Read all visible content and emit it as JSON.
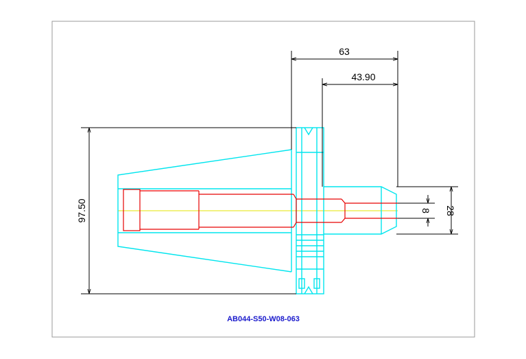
{
  "drawing": {
    "part_number": "AB044-S50-W08-063",
    "dimensions": {
      "overall_length": "63",
      "projection_length": "43.90",
      "flange_diameter": "97.50",
      "nose_diameter": "28",
      "bore_diameter": "8"
    },
    "colors": {
      "outline": "#00e5ee",
      "hidden_bore": "#e60000",
      "centerline": "#e6e600",
      "dimension": "#000000",
      "title": "#1a1acc",
      "frame": "#999999"
    }
  }
}
